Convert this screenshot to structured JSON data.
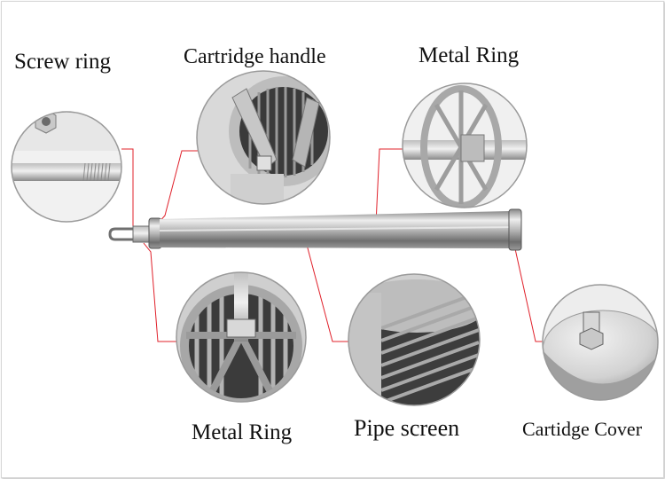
{
  "labels": {
    "screw_ring": "Screw ring",
    "cartridge_handle": "Cartridge handle",
    "metal_ring_top": "Metal Ring",
    "metal_ring_bottom": "Metal Ring",
    "pipe_screen": "Pipe screen",
    "cartridge_cover": "Cartidge Cover"
  },
  "colors": {
    "leader_line": "#e0202a",
    "label_text": "#111111",
    "steel_light": "#e4e4e4",
    "steel_dark": "#7c7c7c"
  }
}
